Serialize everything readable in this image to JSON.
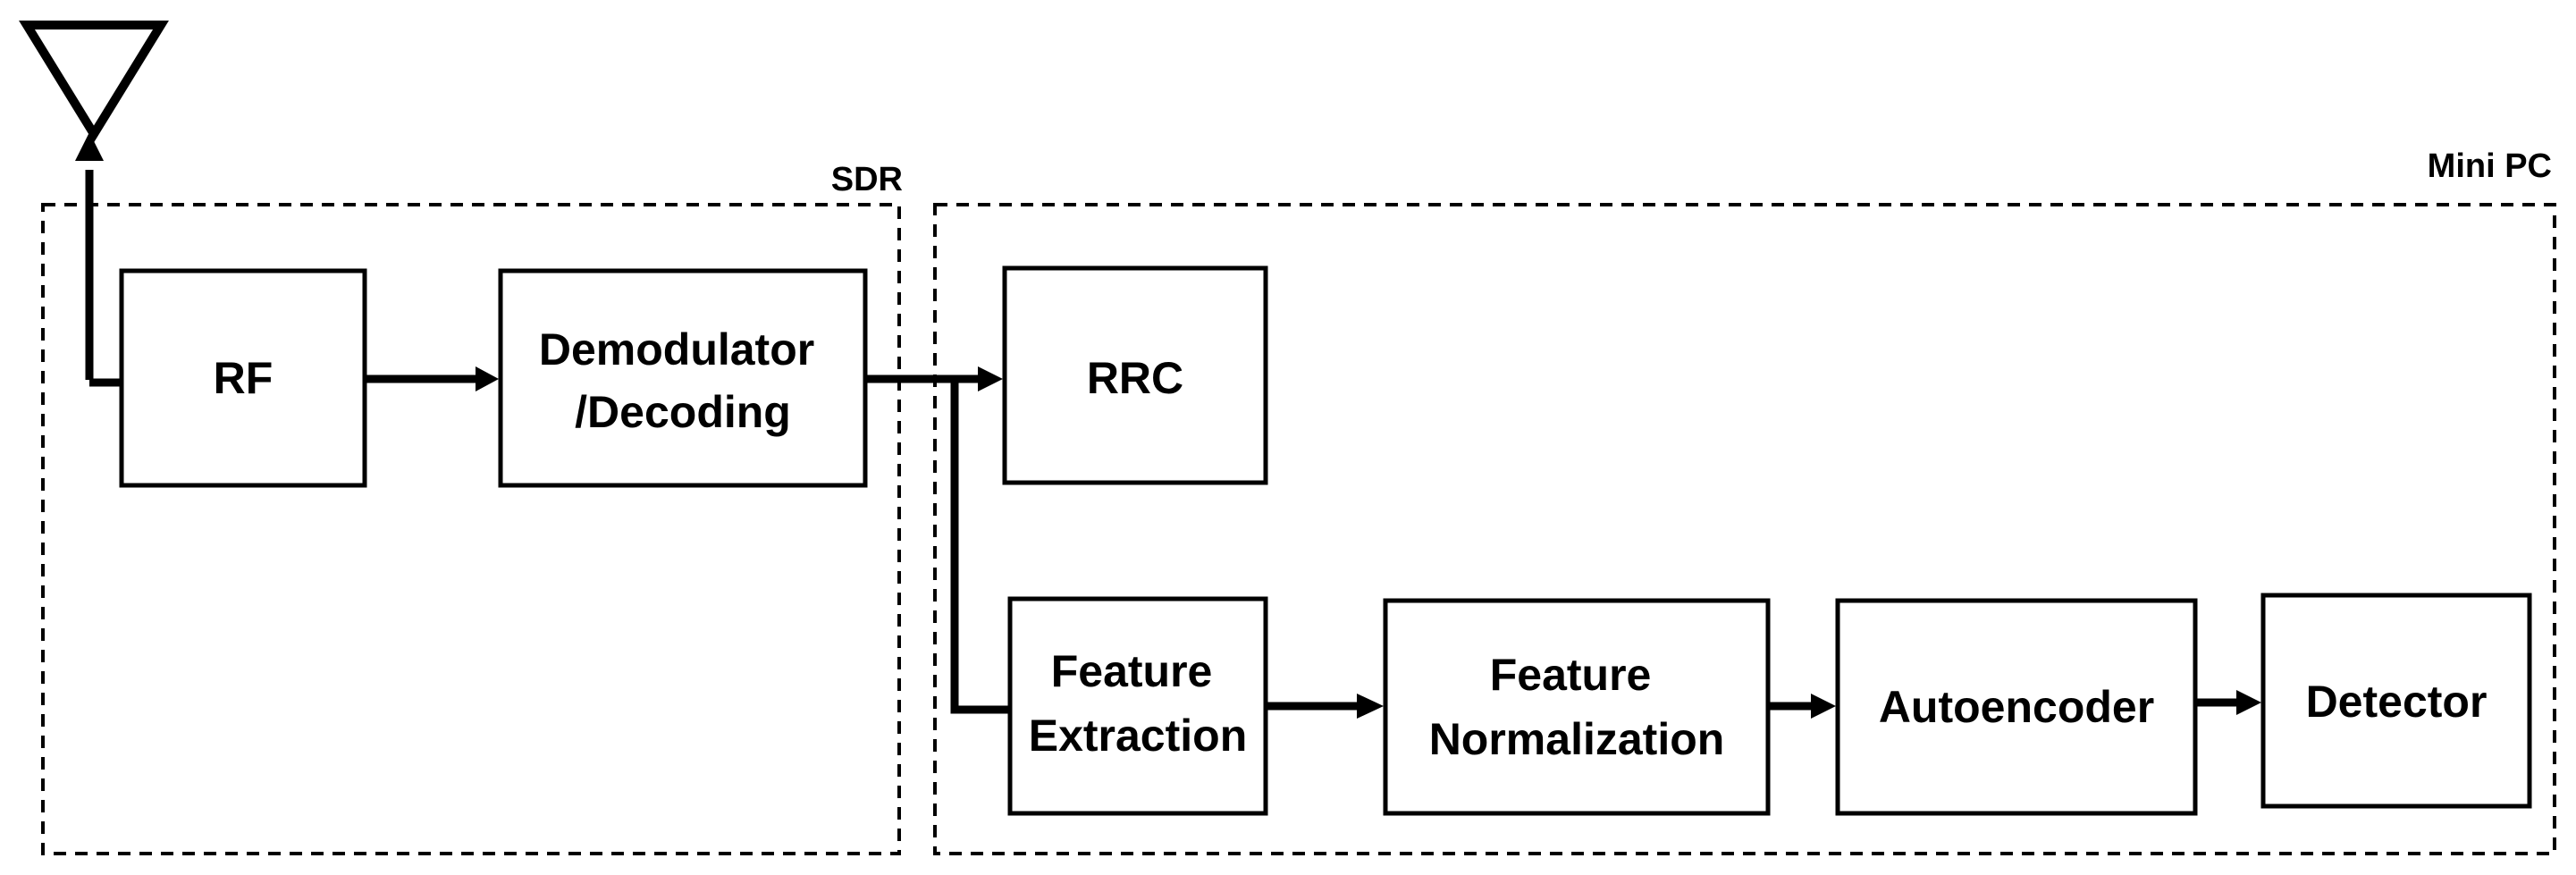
{
  "groups": {
    "sdr": {
      "label": "SDR"
    },
    "mini_pc": {
      "label": "Mini PC"
    }
  },
  "blocks": {
    "rf": {
      "lines": [
        "RF"
      ]
    },
    "demodulator": {
      "lines": [
        "Demodulator",
        "/Decoding"
      ]
    },
    "rrc": {
      "lines": [
        "RRC"
      ]
    },
    "feature_extraction": {
      "lines": [
        "Feature",
        "Extraction"
      ]
    },
    "feature_normalization": {
      "lines": [
        "Feature",
        "Normalization"
      ]
    },
    "autoencoder": {
      "lines": [
        "Autoencoder"
      ]
    },
    "detector": {
      "lines": [
        "Detector"
      ]
    }
  },
  "icons": {
    "antenna": "antenna-icon"
  },
  "colors": {
    "stroke": "#000000",
    "background": "#ffffff"
  }
}
